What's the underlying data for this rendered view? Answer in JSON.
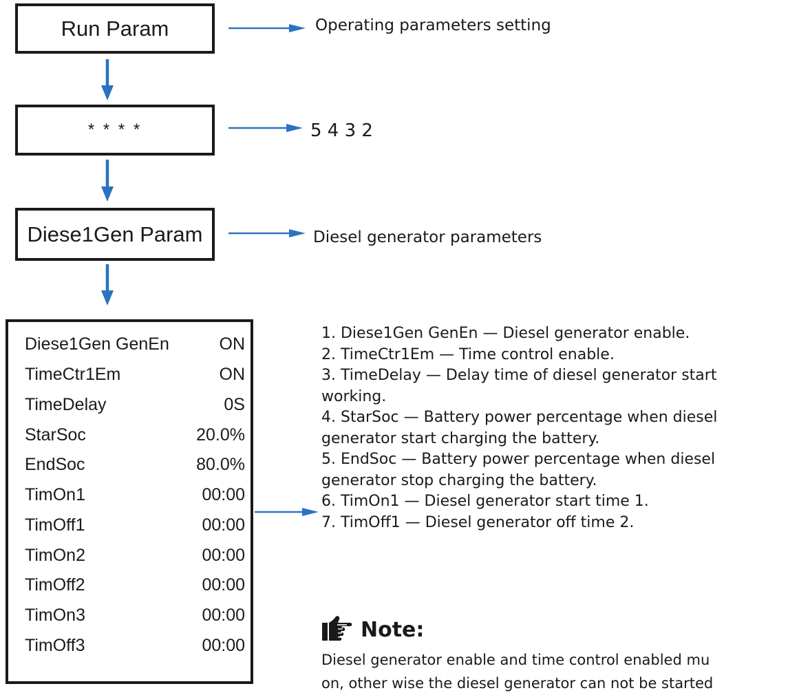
{
  "colors": {
    "arrow": "#2b73c0",
    "border": "#1a1a1a",
    "text": "#1a1a1a"
  },
  "flow": {
    "run_param": {
      "box": "Run Param",
      "label": "Operating parameters setting"
    },
    "password": {
      "box": "* * * *",
      "label": "5 4 3 2"
    },
    "diesel_param": {
      "box": "Diese1Gen Param",
      "label": "Diesel generator parameters"
    }
  },
  "params": [
    {
      "name": "Diese1Gen GenEn",
      "value": "ON"
    },
    {
      "name": "TimeCtr1Em",
      "value": "ON"
    },
    {
      "name": "TimeDelay",
      "value": "0S"
    },
    {
      "name": "StarSoc",
      "value": "20.0%"
    },
    {
      "name": "EndSoc",
      "value": "80.0%"
    },
    {
      "name": "TimOn1",
      "value": "00:00"
    },
    {
      "name": "TimOff1",
      "value": "00:00"
    },
    {
      "name": "TimOn2",
      "value": "00:00"
    },
    {
      "name": "TimOff2",
      "value": "00:00"
    },
    {
      "name": "TimOn3",
      "value": "00:00"
    },
    {
      "name": "TimOff3",
      "value": "00:00"
    }
  ],
  "descriptions": [
    "1. Diese1Gen GenEn — Diesel generator enable.",
    "2. TimeCtr1Em — Time control enable.",
    "3. TimeDelay — Delay time of diesel generator start",
    "working.",
    "4. StarSoc — Battery power percentage when diesel",
    "generator start charging the battery.",
    "5. EndSoc — Battery power percentage when diesel",
    "generator stop charging the battery.",
    "6. TimOn1 — Diesel generator start time 1.",
    "7. TimOff1 — Diesel generator off time 2."
  ],
  "note": {
    "title": "Note:",
    "icon": "pointing-hand-icon",
    "lines": [
      "Diesel generator enable and time control enabled mu",
      "on, other wise the diesel generator can not be started"
    ]
  }
}
